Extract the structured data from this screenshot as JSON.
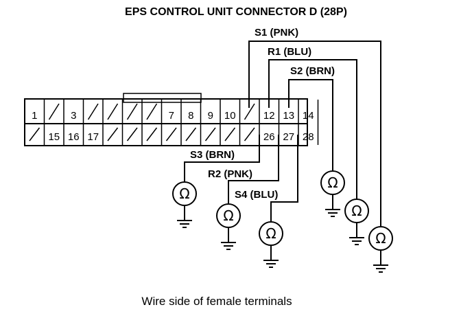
{
  "title": "EPS CONTROL UNIT CONNECTOR D (28P)",
  "caption": "Wire side of female terminals",
  "connector": {
    "top_row": [
      "1",
      "",
      "3",
      "",
      "",
      "",
      "",
      "7",
      "8",
      "9",
      "10",
      "",
      "12",
      "13",
      "14"
    ],
    "bottom_row": [
      "",
      "15",
      "16",
      "17",
      "",
      "",
      "",
      "",
      "",
      "",
      "",
      "",
      "26",
      "27",
      "28"
    ]
  },
  "wires": {
    "s1": "S1 (PNK)",
    "r1": "R1 (BLU)",
    "s2": "S2 (BRN)",
    "s3": "S3 (BRN)",
    "r2": "R2 (PNK)",
    "s4": "S4 (BLU)"
  },
  "ohm_symbol": "Ω"
}
